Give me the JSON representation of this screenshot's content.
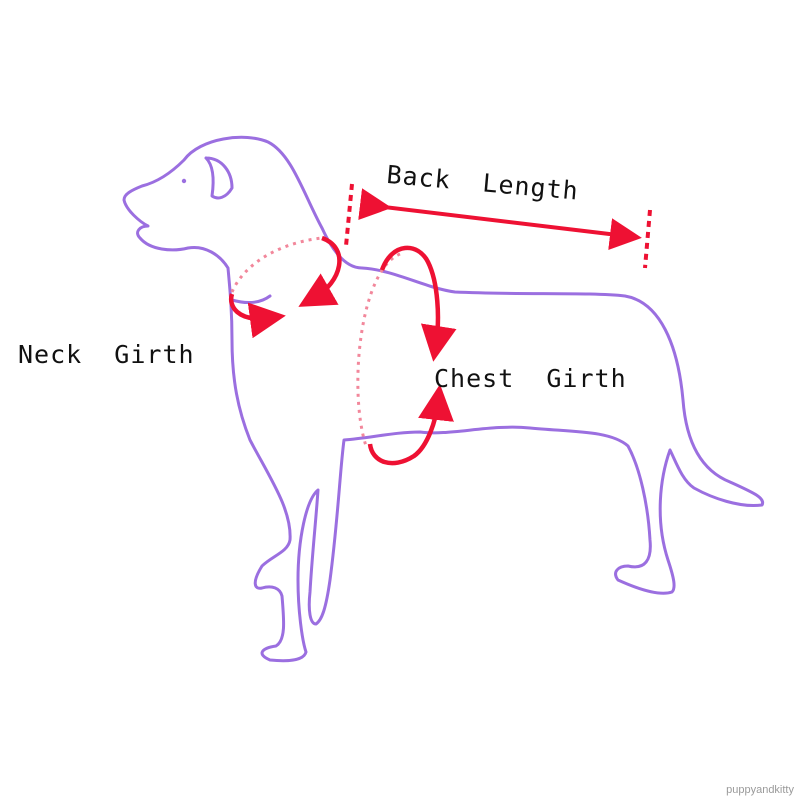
{
  "labels": {
    "back_length": "Back  Length",
    "neck_girth": "Neck  Girth",
    "chest_girth": "Chest  Girth"
  },
  "watermark": "puppyandkitty",
  "colors": {
    "outline": "#9b6fe0",
    "measure": "#ee1133",
    "measure_dotted": "#f2879b",
    "text": "#111111"
  }
}
